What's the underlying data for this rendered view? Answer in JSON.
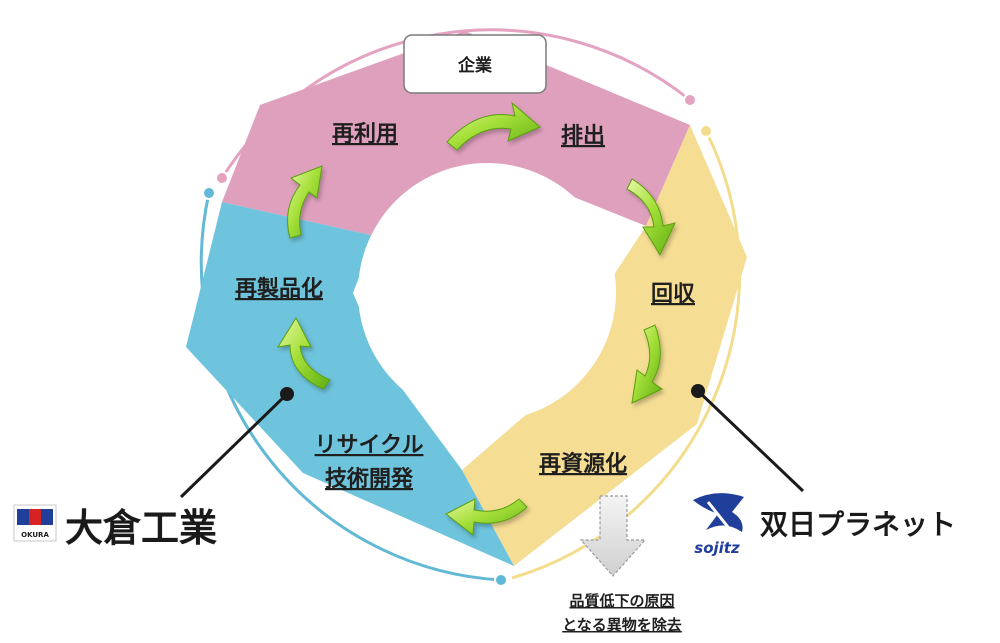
{
  "center_box": {
    "label": "企業"
  },
  "steps": {
    "reuse": "再利用",
    "discharge": "排出",
    "collection": "回収",
    "recycling": "再資源化",
    "recycle_tech_line1": "リサイクル",
    "recycle_tech_line2": "技術開発",
    "remanufacture": "再製品化"
  },
  "note": {
    "line1": "品質低下の原因",
    "line2": "となる異物を除去"
  },
  "companies": {
    "okura": {
      "name": "大倉工業",
      "logo_text": "OKURA"
    },
    "sojitz": {
      "name": "双日プラネット",
      "logo_text": "sojitz"
    }
  },
  "colors": {
    "pink": "#dfa0bd",
    "yellow": "#f5dd93",
    "blue": "#6ec4dc",
    "arrow_green": "#8fd323",
    "pink_outline": "#e4a3c1",
    "yellow_outline": "#f3dc8c",
    "blue_outline": "#62b9d6"
  }
}
